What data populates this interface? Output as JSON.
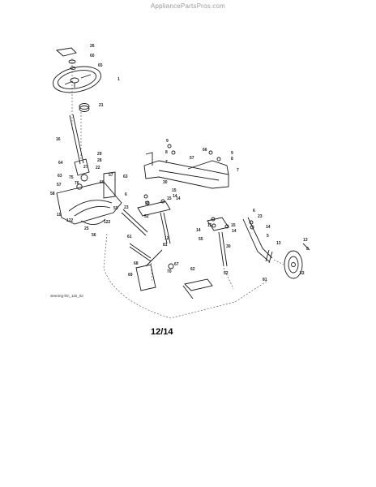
{
  "watermark": "AppliancePartsPros.com",
  "caption": "steering-lhn_116_02",
  "page_number": "12/14",
  "labels": [
    {
      "text": "26"
    },
    {
      "text": "60"
    },
    {
      "text": "65"
    },
    {
      "text": "1"
    },
    {
      "text": "21"
    },
    {
      "text": "16"
    },
    {
      "text": "64"
    },
    {
      "text": "27"
    },
    {
      "text": "29"
    },
    {
      "text": "28"
    },
    {
      "text": "22"
    },
    {
      "text": "63"
    },
    {
      "text": "75"
    },
    {
      "text": "76"
    },
    {
      "text": "57"
    },
    {
      "text": "60"
    },
    {
      "text": "63"
    },
    {
      "text": "57"
    },
    {
      "text": "58"
    },
    {
      "text": "19"
    },
    {
      "text": "122"
    },
    {
      "text": "25"
    },
    {
      "text": "56"
    },
    {
      "text": "122"
    },
    {
      "text": "59"
    },
    {
      "text": "9"
    },
    {
      "text": "8"
    },
    {
      "text": "7"
    },
    {
      "text": "57"
    },
    {
      "text": "66"
    },
    {
      "text": "9"
    },
    {
      "text": "8"
    },
    {
      "text": "7"
    },
    {
      "text": "30"
    },
    {
      "text": "15"
    },
    {
      "text": "14"
    },
    {
      "text": "15"
    },
    {
      "text": "14"
    },
    {
      "text": "6"
    },
    {
      "text": "23"
    },
    {
      "text": "55"
    },
    {
      "text": "52"
    },
    {
      "text": "61"
    },
    {
      "text": "12"
    },
    {
      "text": "81"
    },
    {
      "text": "68"
    },
    {
      "text": "67"
    },
    {
      "text": "69"
    },
    {
      "text": "70"
    },
    {
      "text": "62"
    },
    {
      "text": "6"
    },
    {
      "text": "23"
    },
    {
      "text": "15"
    },
    {
      "text": "14"
    },
    {
      "text": "15"
    },
    {
      "text": "14"
    },
    {
      "text": "14"
    },
    {
      "text": "55"
    },
    {
      "text": "5"
    },
    {
      "text": "30"
    },
    {
      "text": "52"
    },
    {
      "text": "81"
    },
    {
      "text": "13"
    },
    {
      "text": "13"
    },
    {
      "text": "8"
    },
    {
      "text": "53"
    }
  ]
}
